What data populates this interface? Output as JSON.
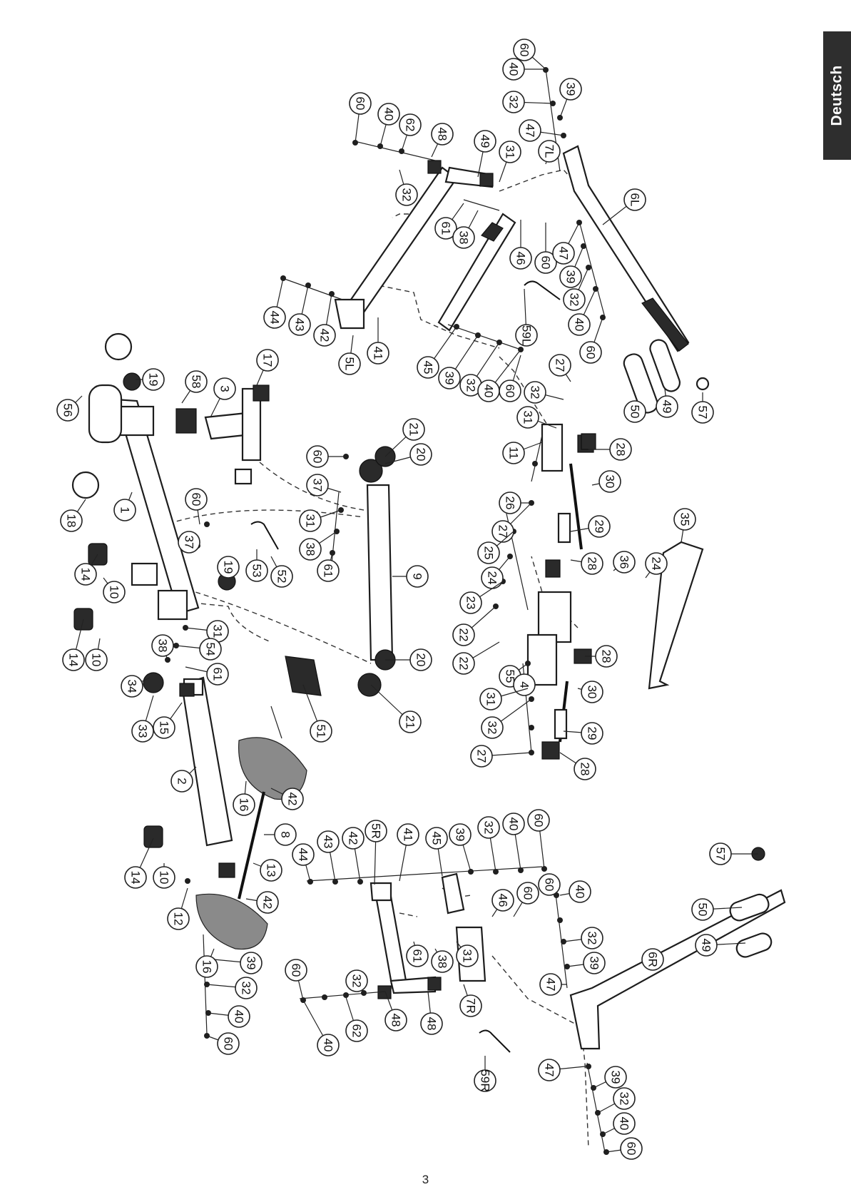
{
  "language_tab": "Deutsch",
  "page_number": "3",
  "callouts": [
    "60",
    "40",
    "32",
    "39",
    "47",
    "7L",
    "6L",
    "60",
    "40",
    "62",
    "48",
    "49",
    "31",
    "32",
    "61",
    "38",
    "46",
    "60",
    "47",
    "39",
    "32",
    "40",
    "60",
    "44",
    "43",
    "42",
    "41",
    "5L",
    "45",
    "39",
    "32",
    "40",
    "60",
    "59L",
    "27",
    "32",
    "31",
    "11",
    "28",
    "50",
    "49",
    "57",
    "30",
    "29",
    "28",
    "56",
    "19",
    "58",
    "3",
    "17",
    "18",
    "1",
    "60",
    "37",
    "19",
    "53",
    "52",
    "31",
    "38",
    "61",
    "21",
    "20",
    "60",
    "37",
    "9",
    "20",
    "21",
    "14",
    "10",
    "14",
    "10",
    "31",
    "54",
    "38",
    "61",
    "34",
    "33",
    "15",
    "51",
    "2",
    "16",
    "42",
    "8",
    "13",
    "42",
    "14",
    "10",
    "12",
    "16",
    "39",
    "32",
    "40",
    "60",
    "27",
    "26",
    "25",
    "24",
    "23",
    "22",
    "22",
    "55",
    "4",
    "31",
    "32",
    "27",
    "28",
    "30",
    "29",
    "28",
    "35",
    "36",
    "24",
    "44",
    "43",
    "42",
    "5R",
    "41",
    "45",
    "39",
    "32",
    "40",
    "60",
    "60",
    "40",
    "32",
    "39",
    "47",
    "46",
    "60",
    "31",
    "38",
    "61",
    "7R",
    "48",
    "32",
    "60",
    "40",
    "62",
    "48",
    "59R",
    "6R",
    "47",
    "39",
    "32",
    "40",
    "60",
    "57",
    "50",
    "49"
  ]
}
